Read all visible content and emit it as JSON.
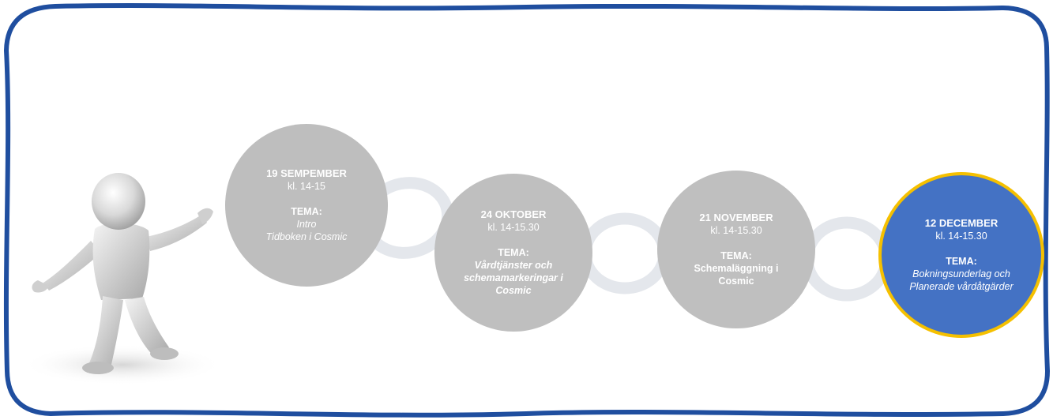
{
  "colors": {
    "frame": "#1f4e9f",
    "link": "#e4e7ec",
    "event_gray": "#bfbfbf",
    "event_highlight": "#4472c4",
    "highlight_ring": "#f5c000",
    "text": "#ffffff"
  },
  "figure": {
    "icon": "presenter-3d-person",
    "gesture": "arms-outstretched"
  },
  "events": [
    {
      "date": "19 SEMPEMBER",
      "time": "kl. 14-15",
      "theme_label": "TEMA:",
      "theme_lines": [
        "Intro",
        "Tidboken i Cosmic"
      ]
    },
    {
      "date": "24 OKTOBER",
      "time": "kl. 14-15.30",
      "theme_label": "TEMA:",
      "theme_lines": [
        "Vårdtjänster och",
        "schemamarkeringar i",
        "Cosmic"
      ]
    },
    {
      "date": "21 NOVEMBER",
      "time": "kl. 14-15.30",
      "theme_label": "TEMA:",
      "theme_lines": [
        "Schemaläggning i",
        "Cosmic"
      ]
    },
    {
      "date": "12 DECEMBER",
      "time": "kl. 14-15.30",
      "theme_label": "TEMA:",
      "theme_lines": [
        "Bokningsunderlag och",
        "Planerade vårdåtgärder"
      ],
      "highlighted": true
    }
  ]
}
